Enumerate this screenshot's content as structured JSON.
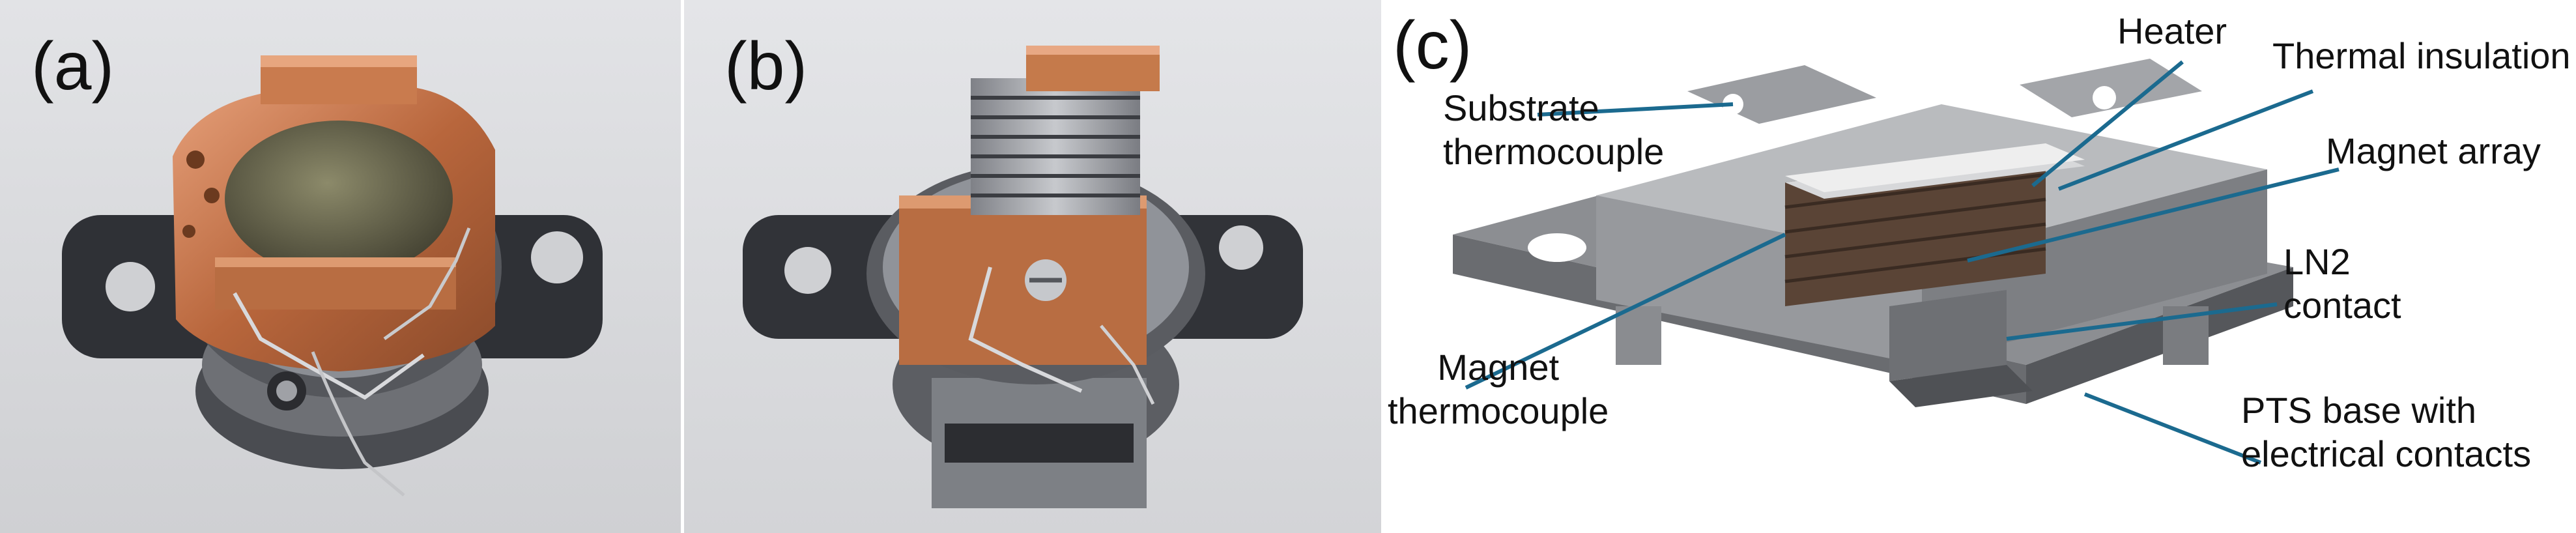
{
  "panels": {
    "a": {
      "letter": "(a)"
    },
    "b": {
      "letter": "(b)"
    },
    "c": {
      "letter": "(c)",
      "labels": {
        "heater": "Heater",
        "thermal_insulation": "Thermal insulation",
        "substrate_thermocouple": [
          "Substrate",
          "thermocouple"
        ],
        "magnet_array": "Magnet array",
        "ln2_contact": [
          "LN2",
          "contact"
        ],
        "magnet_thermocouple": [
          "Magnet",
          "thermocouple"
        ],
        "pts_base": [
          "PTS base with",
          "electrical contacts"
        ]
      }
    }
  },
  "colors": {
    "leader_line": "#1b6a8f",
    "copper": "#c57a4b",
    "steel": "#8e9197",
    "dark_metal": "#3b3d42",
    "magnet": "#5a4436",
    "cad_gray": "#a7a9ac",
    "background_photo": "#dcdde0"
  }
}
